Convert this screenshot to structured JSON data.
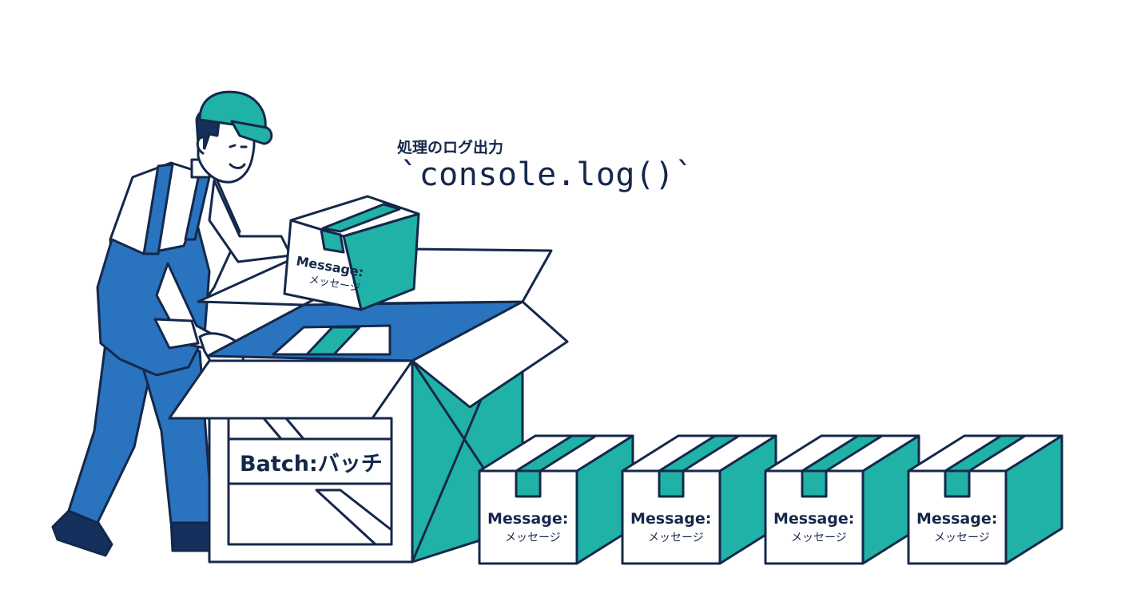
{
  "annotation": {
    "caption": "処理のログ出力",
    "code": "`console.log()`"
  },
  "batch_box": {
    "label": "Batch:バッチ"
  },
  "message_label": {
    "line1": "Message:",
    "line2": "メッセージ"
  },
  "messages": [
    {
      "line1": "Message:",
      "line2": "メッセージ"
    },
    {
      "line1": "Message:",
      "line2": "メッセージ"
    },
    {
      "line1": "Message:",
      "line2": "メッセージ"
    },
    {
      "line1": "Message:",
      "line2": "メッセージ"
    }
  ],
  "colors": {
    "outline": "#14284b",
    "teal": "#20b2a6",
    "blue": "#2a73be",
    "dark_navy": "#15305c",
    "white": "#ffffff"
  }
}
